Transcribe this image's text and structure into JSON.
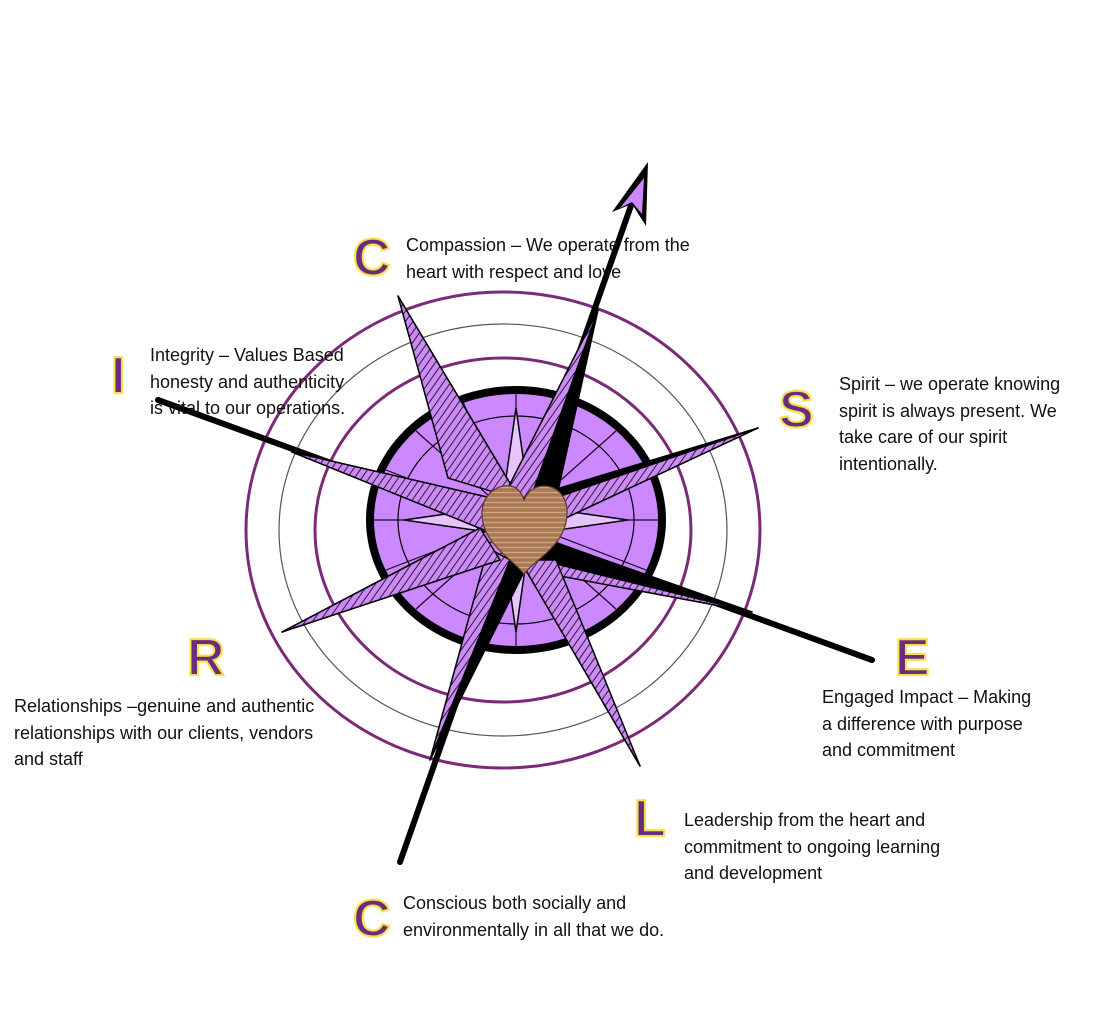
{
  "colors": {
    "letter_fill": "#6a2c80",
    "letter_outline": "#f3e24a",
    "ring": "#7a2a78",
    "ring_inner": "#555555",
    "rose_fill": "#cc88ff",
    "rose_dark": "#000000",
    "heart": "#b07a58"
  },
  "values": [
    {
      "id": "compassion",
      "letter": "C",
      "lines": [
        "Compassion – We operate from the",
        "heart with respect and love"
      ]
    },
    {
      "id": "integrity",
      "letter": "I",
      "lines": [
        "Integrity – Values Based",
        "honesty and authenticity",
        "is vital to our operations."
      ]
    },
    {
      "id": "spirit",
      "letter": "S",
      "lines": [
        "Spirit – we operate knowing",
        "spirit is always present. We",
        "take care of our spirit",
        "intentionally."
      ]
    },
    {
      "id": "relationships",
      "letter": "R",
      "lines": [
        "Relationships –genuine and authentic",
        "relationships with our clients, vendors",
        "and staff"
      ]
    },
    {
      "id": "engaged",
      "letter": "E",
      "lines": [
        "Engaged Impact – Making",
        "a difference with purpose",
        "and commitment"
      ]
    },
    {
      "id": "leadership",
      "letter": "L",
      "lines": [
        "Leadership from the heart and",
        "commitment to ongoing learning",
        "and development"
      ]
    },
    {
      "id": "conscious",
      "letter": "C",
      "lines": [
        "Conscious both socially and",
        "environmentally in all that we do."
      ]
    }
  ]
}
